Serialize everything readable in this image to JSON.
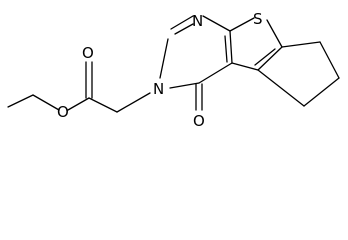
{
  "molecule": {
    "atoms": {
      "ester_o": "O",
      "carbonyl_o": "O",
      "n_top": "N",
      "n_ring": "N",
      "s": "S",
      "ketone_o": "O"
    }
  }
}
